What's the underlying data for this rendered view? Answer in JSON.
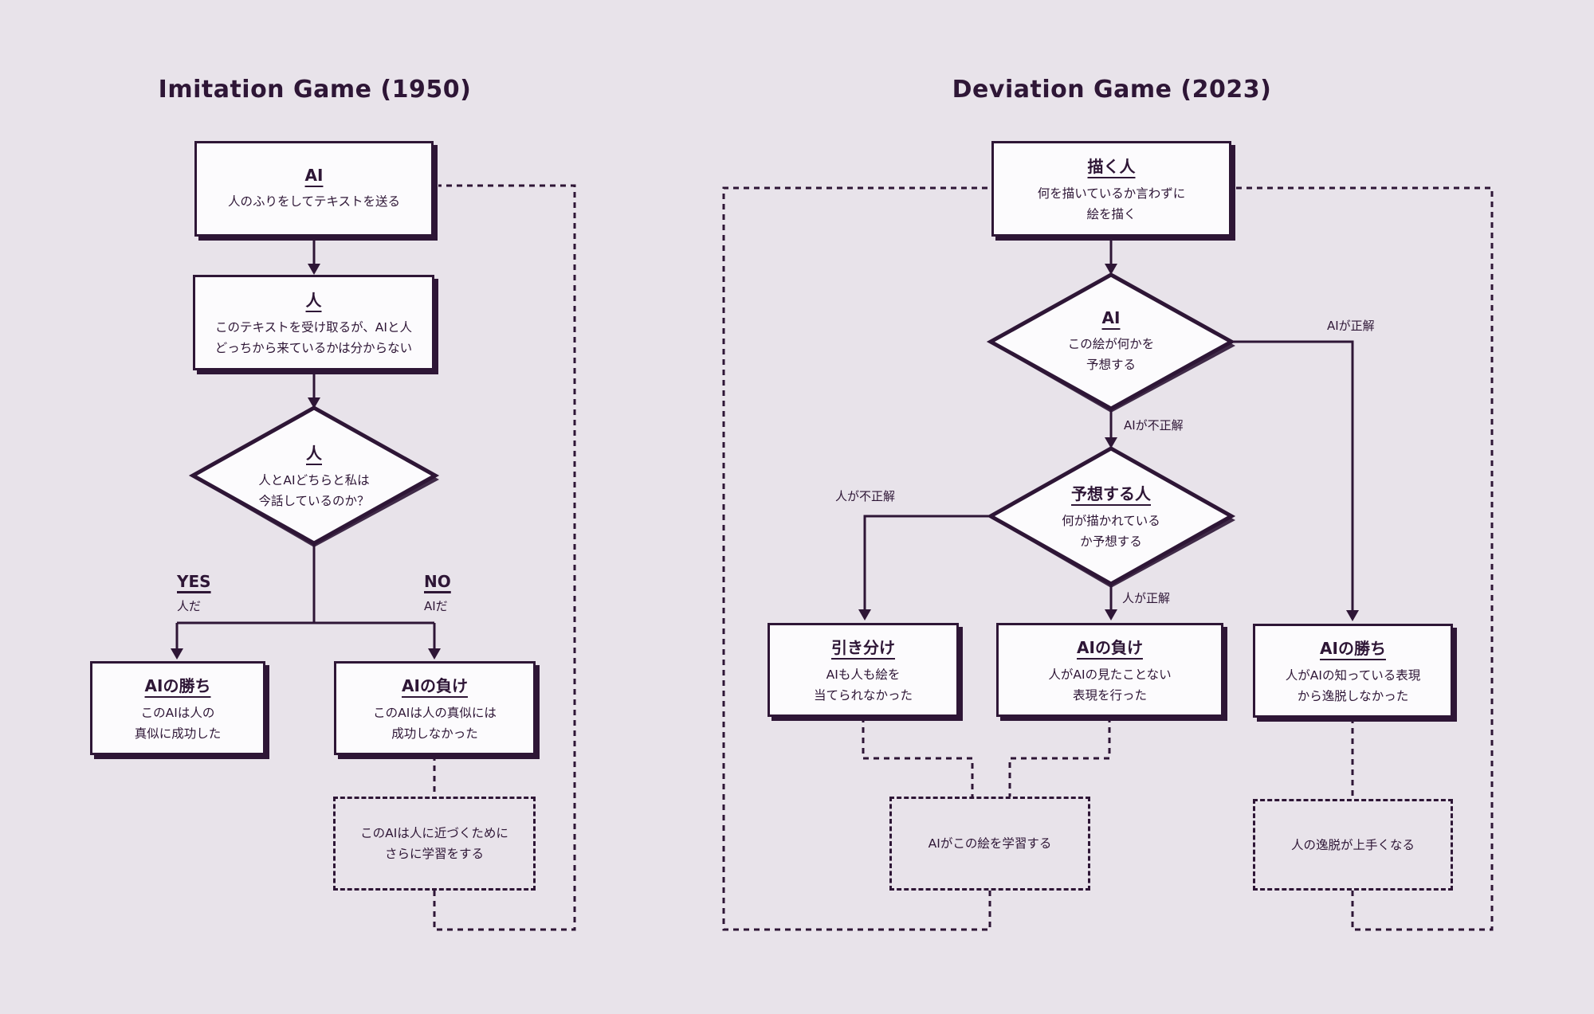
{
  "colors": {
    "background": "#e8e3ea",
    "ink": "#2e1636",
    "box_fill": "#fcfbfd"
  },
  "left": {
    "title": "Imitation Game (1950)",
    "box_ai": {
      "title": "AI",
      "line1": "人のふりをしてテキストを送る"
    },
    "box_human": {
      "title": "人",
      "line1": "このテキストを受け取るが、AIと人",
      "line2": "どっちから来ているかは分からない"
    },
    "diamond_human": {
      "title": "人",
      "line1": "人とAIどちらと私は",
      "line2": "今話しているのか？"
    },
    "label_yes": {
      "title": "YES",
      "sub": "人だ"
    },
    "label_no": {
      "title": "NO",
      "sub": "AIだ"
    },
    "box_ai_win": {
      "title": "AIの勝ち",
      "line1": "このAIは人の",
      "line2": "真似に成功した"
    },
    "box_ai_lose": {
      "title": "AIの負け",
      "line1": "このAIは人の真似には",
      "line2": "成功しなかった"
    },
    "box_learn": {
      "line1": "このAIは人に近づくために",
      "line2": "さらに学習をする"
    }
  },
  "right": {
    "title": "Deviation Game (2023)",
    "box_drawer": {
      "title": "描く人",
      "line1": "何を描いているか言わずに",
      "line2": "絵を描く"
    },
    "diamond_ai": {
      "title": "AI",
      "line1": "この絵が何かを",
      "line2": "予想する"
    },
    "label_ai_correct": "AIが正解",
    "label_ai_wrong": "AIが不正解",
    "diamond_guesser": {
      "title": "予想する人",
      "line1": "何が描かれている",
      "line2": "か予想する"
    },
    "label_human_wrong": "人が不正解",
    "label_human_correct": "人が正解",
    "box_tie": {
      "title": "引き分け",
      "line1": "AIも人も絵を",
      "line2": "当てられなかった"
    },
    "box_ai_lose": {
      "title": "AIの負け",
      "line1": "人がAIの見たことない",
      "line2": "表現を行った"
    },
    "box_ai_win": {
      "title": "AIの勝ち",
      "line1": "人がAIの知っている表現",
      "line2": "から逸脱しなかった"
    },
    "box_ai_learn": {
      "line1": "AIがこの絵を学習する"
    },
    "box_human_better": {
      "line1": "人の逸脱が上手くなる"
    }
  }
}
